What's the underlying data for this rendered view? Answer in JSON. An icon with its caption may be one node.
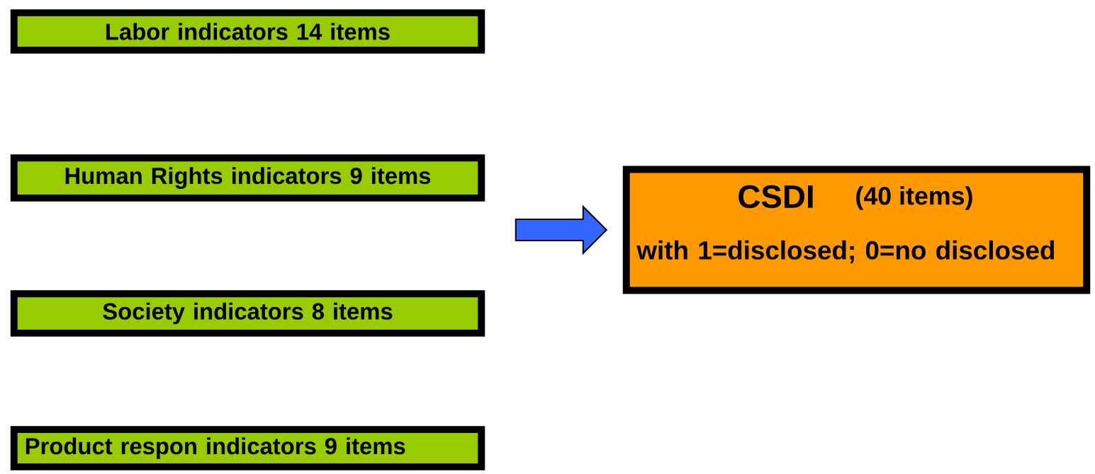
{
  "diagram": {
    "nodes": [
      {
        "text": [
          "Labor indicators  14 items"
        ]
      },
      {
        "text": [
          "Human Rights indicators 9 items"
        ]
      },
      {
        "text": [
          "Society indicators 8 items"
        ]
      },
      {
        "text": [
          "Product respon indicators 9 items"
        ]
      },
      {
        "text": [
          "CSDI",
          "(40 items)",
          "with 1=disclosed; 0=no disclosed"
        ]
      }
    ],
    "edges": [
      {
        "from": null,
        "to": 4,
        "arrow": "to",
        "style": "thick",
        "color": "#3366ff"
      }
    ]
  }
}
